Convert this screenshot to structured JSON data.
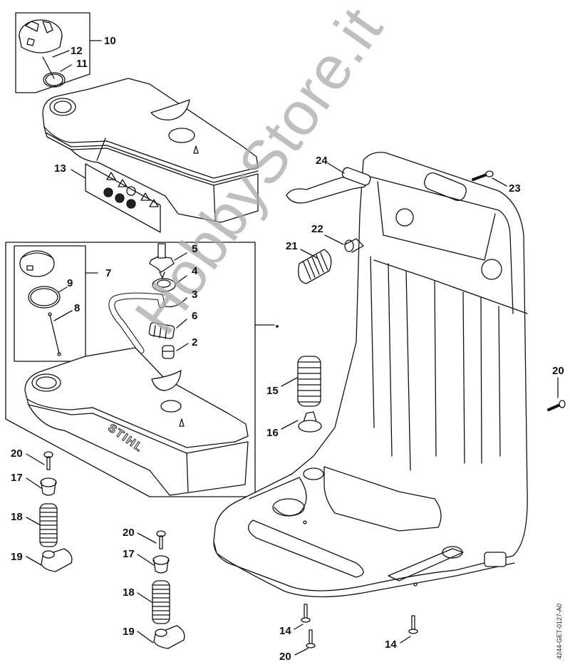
{
  "diagram": {
    "title": "Exploded parts view – tank and carrying frame",
    "brand_mark": "STIHL",
    "document_id": "4244-GET-0127-A0",
    "watermark": "HobbyStore.it",
    "callouts": [
      {
        "id": "c10",
        "number": "10",
        "part": "filler cap assembly (upper tank)"
      },
      {
        "id": "c12",
        "number": "12",
        "part": "retaining cord"
      },
      {
        "id": "c11",
        "number": "11",
        "part": "O-ring"
      },
      {
        "id": "c13",
        "number": "13",
        "part": "warning label"
      },
      {
        "id": "c24",
        "number": "24",
        "part": "strap"
      },
      {
        "id": "c23",
        "number": "23",
        "part": "screw"
      },
      {
        "id": "c22",
        "number": "22",
        "part": "buffer mount"
      },
      {
        "id": "c21",
        "number": "21",
        "part": "spring"
      },
      {
        "id": "c7",
        "number": "7",
        "part": "filler cap assembly (lower tank)"
      },
      {
        "id": "c9",
        "number": "9",
        "part": "O-ring"
      },
      {
        "id": "c8",
        "number": "8",
        "part": "retaining cord"
      },
      {
        "id": "c5",
        "number": "5",
        "part": "valve"
      },
      {
        "id": "c4",
        "number": "4",
        "part": "grommet"
      },
      {
        "id": "c3",
        "number": "3",
        "part": "hose"
      },
      {
        "id": "c6",
        "number": "6",
        "part": "filter"
      },
      {
        "id": "c2",
        "number": "2",
        "part": "plug"
      },
      {
        "id": "c15",
        "number": "15",
        "part": "spring"
      },
      {
        "id": "c16",
        "number": "16",
        "part": "buffer"
      },
      {
        "id": "c20a",
        "number": "20",
        "part": "screw (right frame)"
      },
      {
        "id": "c20b",
        "number": "20",
        "part": "screw (left mount)"
      },
      {
        "id": "c17a",
        "number": "17",
        "part": "bushing (left mount)"
      },
      {
        "id": "c18a",
        "number": "18",
        "part": "spring (left mount)"
      },
      {
        "id": "c19a",
        "number": "19",
        "part": "mount (left)"
      },
      {
        "id": "c20c",
        "number": "20",
        "part": "screw (center mount)"
      },
      {
        "id": "c17b",
        "number": "17",
        "part": "bushing (center mount)"
      },
      {
        "id": "c18b",
        "number": "18",
        "part": "spring (center mount)"
      },
      {
        "id": "c19b",
        "number": "19",
        "part": "mount (center)"
      },
      {
        "id": "c14a",
        "number": "14",
        "part": "screw (base left)"
      },
      {
        "id": "c20d",
        "number": "20",
        "part": "screw (base)"
      },
      {
        "id": "c14b",
        "number": "14",
        "part": "screw (base right)"
      }
    ]
  }
}
